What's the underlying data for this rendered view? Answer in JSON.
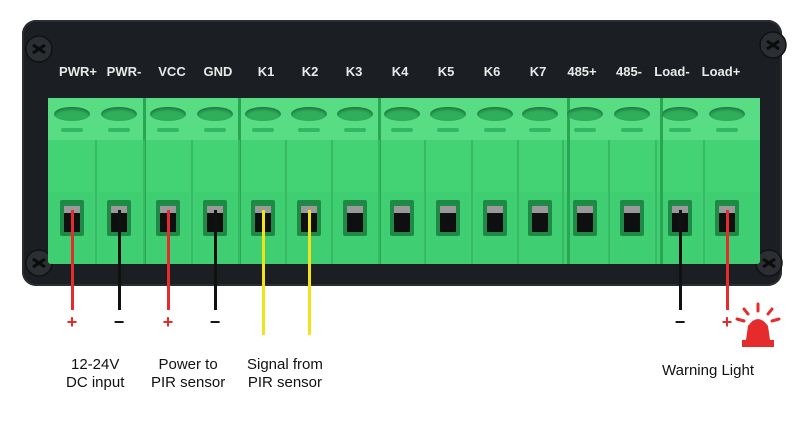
{
  "terminals": [
    {
      "label": "PWR+",
      "wire": "#e52b2b",
      "sign": "+",
      "sign_color": "#e52b2b"
    },
    {
      "label": "PWR-",
      "wire": "#111111",
      "sign": "−",
      "sign_color": "#111111"
    },
    {
      "label": "VCC",
      "wire": "#e52b2b",
      "sign": "+",
      "sign_color": "#e52b2b"
    },
    {
      "label": "GND",
      "wire": "#111111",
      "sign": "−",
      "sign_color": "#111111"
    },
    {
      "label": "K1",
      "wire": "#f2e21a",
      "sign": "",
      "sign_color": ""
    },
    {
      "label": "K2",
      "wire": "#f2e21a",
      "sign": "",
      "sign_color": ""
    },
    {
      "label": "K3",
      "wire": "",
      "sign": "",
      "sign_color": ""
    },
    {
      "label": "K4",
      "wire": "",
      "sign": "",
      "sign_color": ""
    },
    {
      "label": "K5",
      "wire": "",
      "sign": "",
      "sign_color": ""
    },
    {
      "label": "K6",
      "wire": "",
      "sign": "",
      "sign_color": ""
    },
    {
      "label": "K7",
      "wire": "",
      "sign": "",
      "sign_color": ""
    },
    {
      "label": "485+",
      "wire": "",
      "sign": "",
      "sign_color": ""
    },
    {
      "label": "485-",
      "wire": "",
      "sign": "",
      "sign_color": ""
    },
    {
      "label": "Load-",
      "wire": "#111111",
      "sign": "−",
      "sign_color": "#111111"
    },
    {
      "label": "Load+",
      "wire": "#e52b2b",
      "sign": "+",
      "sign_color": "#e52b2b"
    }
  ],
  "notes": {
    "dc_input": [
      "12-24V",
      "DC input"
    ],
    "pir_power": [
      "Power to",
      "PIR sensor"
    ],
    "pir_signal": [
      "Signal from",
      "PIR sensor"
    ],
    "warning_light": "Warning Light"
  },
  "colors": {
    "terminal_green": "#3fcf72",
    "housing": "#1b1e22",
    "alarm_red": "#e52b2b"
  },
  "icons": [
    "screw-icon",
    "warning-light-icon"
  ]
}
